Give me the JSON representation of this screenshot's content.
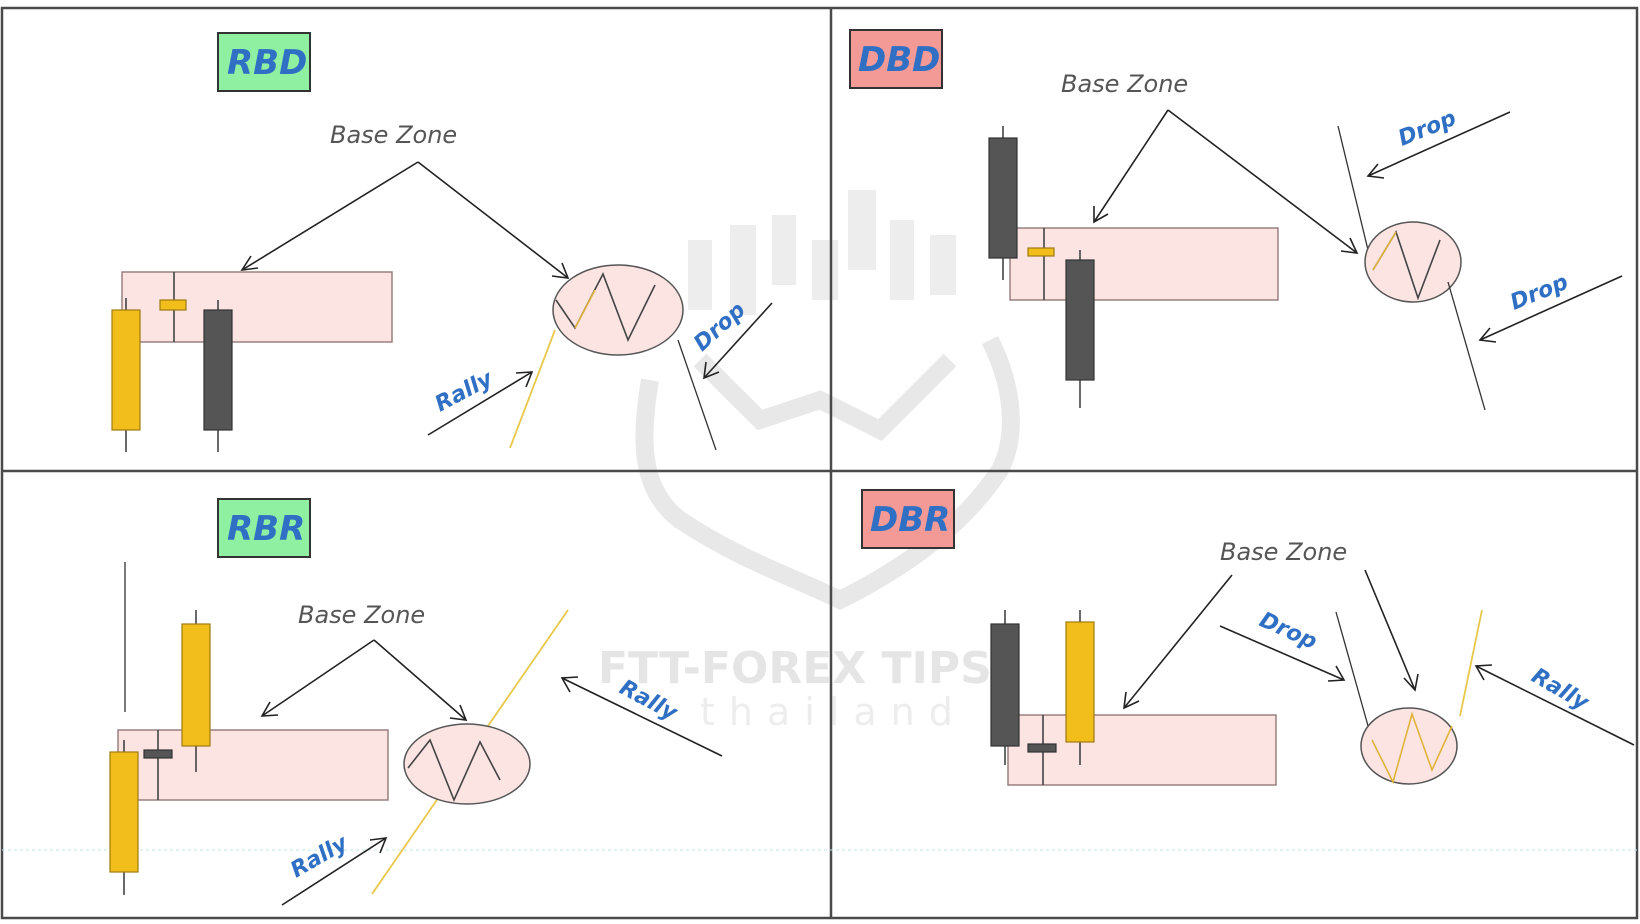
{
  "watermark": {
    "title": "FTT-FOREX TIPS",
    "subtitle": "thailand"
  },
  "panels": {
    "rbd": {
      "tag": "RBD",
      "base_zone": "Base Zone",
      "rally": "Rally",
      "drop": "Drop"
    },
    "dbd": {
      "tag": "DBD",
      "base_zone": "Base Zone",
      "drop_top": "Drop",
      "drop_bottom": "Drop"
    },
    "rbr": {
      "tag": "RBR",
      "base_zone": "Base Zone",
      "rally_right": "Rally",
      "rally_left": "Rally"
    },
    "dbr": {
      "tag": "DBR",
      "base_zone": "Base Zone",
      "drop": "Drop",
      "rally": "Rally"
    }
  },
  "colors": {
    "tag_green": "#8ff0a2",
    "tag_red": "#f39a96",
    "label_blue": "#2f6fc4",
    "bull_candle": "#f2be1b",
    "bear_candle": "#555555",
    "zone_fill": "#fbe4e2"
  }
}
